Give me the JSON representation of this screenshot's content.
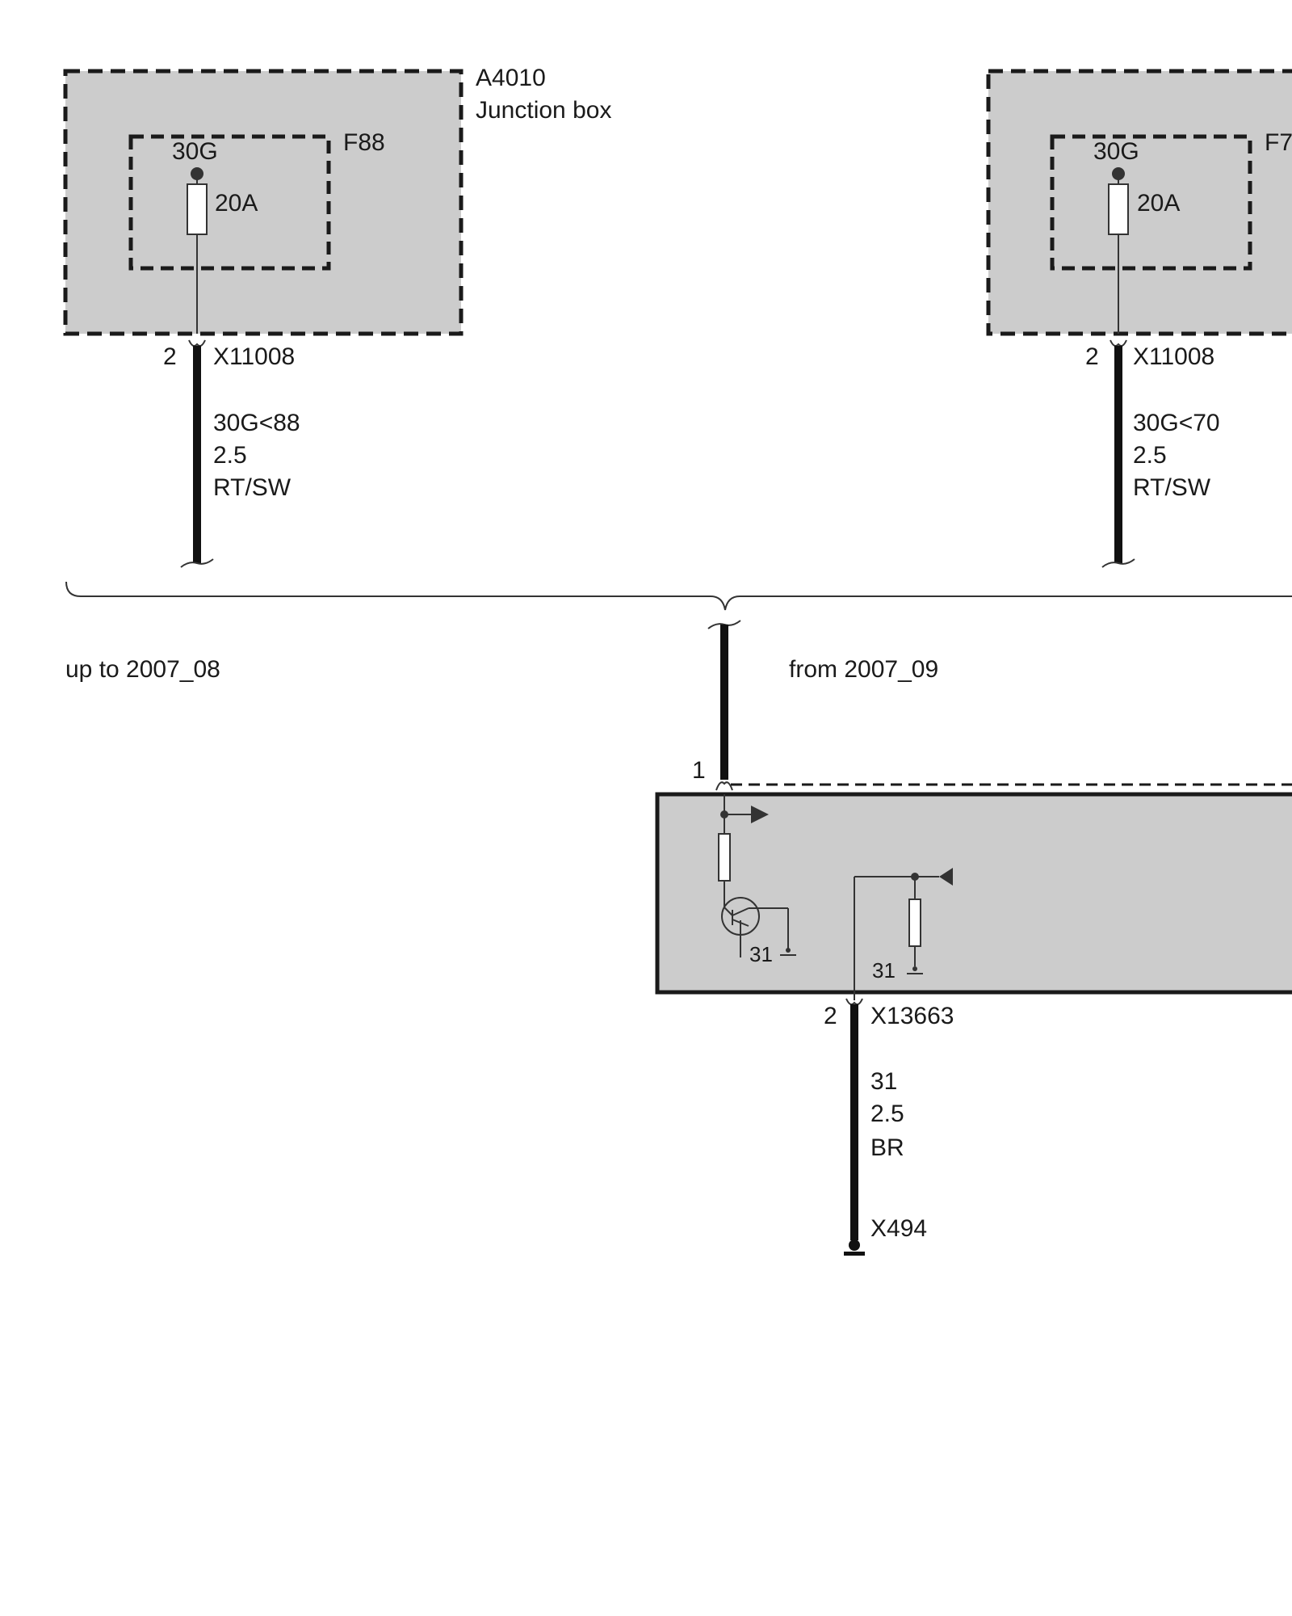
{
  "left_module": {
    "id": "A4010",
    "name": "Junction box",
    "fuse_id": "F88",
    "terminal": "30G",
    "fuse_rating": "20A",
    "pin": "2",
    "connector": "X11008",
    "wire_signal": "30G<88",
    "wire_gauge": "2.5",
    "wire_color": "RT/SW"
  },
  "right_module": {
    "fuse_id": "F7",
    "terminal": "30G",
    "fuse_rating": "20A",
    "pin": "2",
    "connector": "X11008",
    "wire_signal": "30G<70",
    "wire_gauge": "2.5",
    "wire_color": "RT/SW"
  },
  "variants": {
    "left_label": "up to 2007_08",
    "right_label": "from 2007_09"
  },
  "control_unit": {
    "input_pin": "1",
    "ground_label_1": "31",
    "ground_label_2": "31",
    "output_pin": "2",
    "output_connector": "X13663"
  },
  "ground_wire": {
    "signal": "31",
    "gauge": "2.5",
    "color": "BR",
    "ground_point": "X494"
  }
}
